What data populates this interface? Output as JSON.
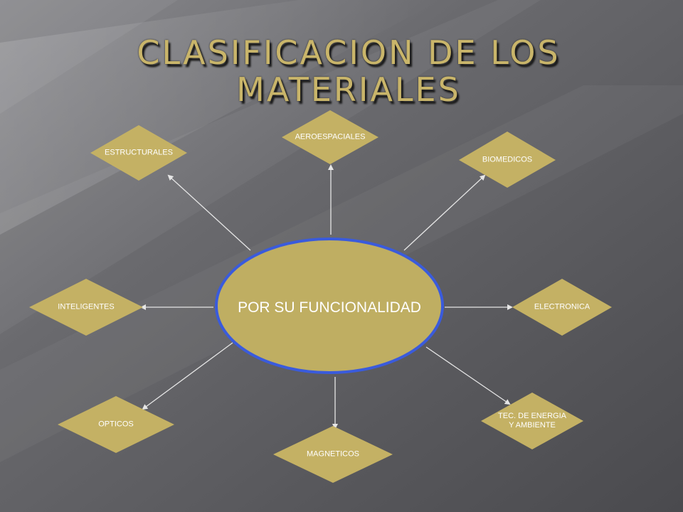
{
  "slide": {
    "title_line1": "CLASIFICACION DE LOS",
    "title_line2": "MATERIALES",
    "center": "POR SU FUNCIONALIDAD",
    "nodes": {
      "aeroespaciales": "AEROESPACIALES",
      "estructurales": "ESTRUCTURALES",
      "biomedicos": "BIOMEDICOS",
      "inteligentes": "INTELIGENTES",
      "electronica": "ELECTRONICA",
      "opticos": "OPTICOS",
      "magneticos": "MAGNETICOS",
      "energia_line1": "TEC. DE ENERGIA",
      "energia_line2": "Y AMBIENTE"
    }
  },
  "colors": {
    "background": "#58585c",
    "title": "#c9b56a",
    "shape_fill": "#c4b164",
    "center_fill": "#bfae62",
    "center_border": "#3a5bdc",
    "arrow": "#e6e6e6",
    "text": "#ffffff"
  }
}
